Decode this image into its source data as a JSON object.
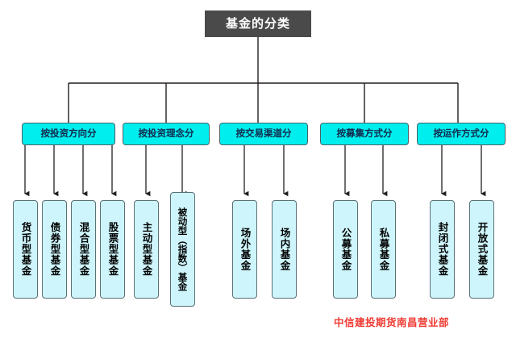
{
  "diagram": {
    "type": "tree",
    "root": {
      "label": "基金的分类",
      "color": "#4a4a4a",
      "text_color": "#ffffff"
    },
    "category_color": "#00eeee",
    "leaf_color": "#cdf5fb",
    "line_color": "#231f20",
    "categories": [
      {
        "label": "按投资方向分",
        "children": [
          {
            "label": "货币型基金"
          },
          {
            "label": "债券型基金"
          },
          {
            "label": "混合型基金"
          },
          {
            "label": "股票型基金"
          }
        ]
      },
      {
        "label": "按投资理念分",
        "children": [
          {
            "label": "主动型基金"
          },
          {
            "label": "被动型（指数）基金"
          }
        ]
      },
      {
        "label": "按交易渠道分",
        "children": [
          {
            "label": "场外基金"
          },
          {
            "label": "场内基金"
          }
        ]
      },
      {
        "label": "按募集方式分",
        "children": [
          {
            "label": "公募基金"
          },
          {
            "label": "私募基金"
          }
        ]
      },
      {
        "label": "按运作方式分",
        "children": [
          {
            "label": "封闭式基金"
          },
          {
            "label": "开放式基金"
          }
        ]
      }
    ],
    "footer": {
      "text": "中信建投期货南昌营业部",
      "color": "#ef3b33"
    }
  }
}
